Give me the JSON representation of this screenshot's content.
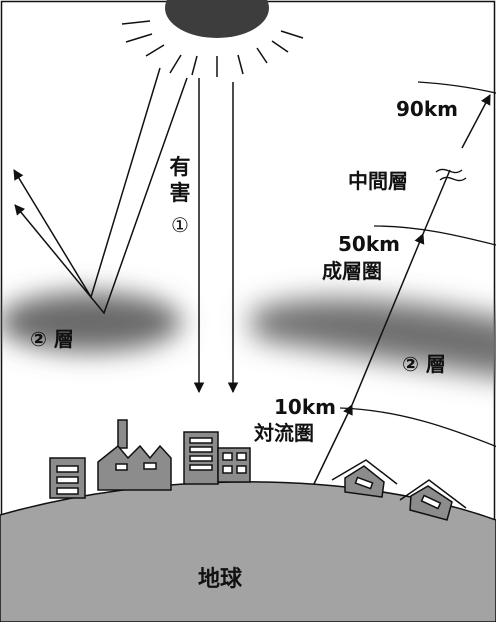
{
  "labels": {
    "harmful_top": "有",
    "harmful_bottom": "害",
    "marker_1": "①",
    "layer_left": "② 層",
    "layer_right": "② 層",
    "alt_90": "90km",
    "mesosphere": "中間層",
    "alt_50": "50km",
    "stratosphere": "成層圏",
    "alt_10": "10km",
    "troposphere": "対流圏",
    "earth": "地球"
  },
  "colors": {
    "outline": "#111111",
    "sun": "#3d3d3d",
    "ground": "#a3a3a3",
    "building": "#8c8c8c",
    "band": "#777777"
  }
}
